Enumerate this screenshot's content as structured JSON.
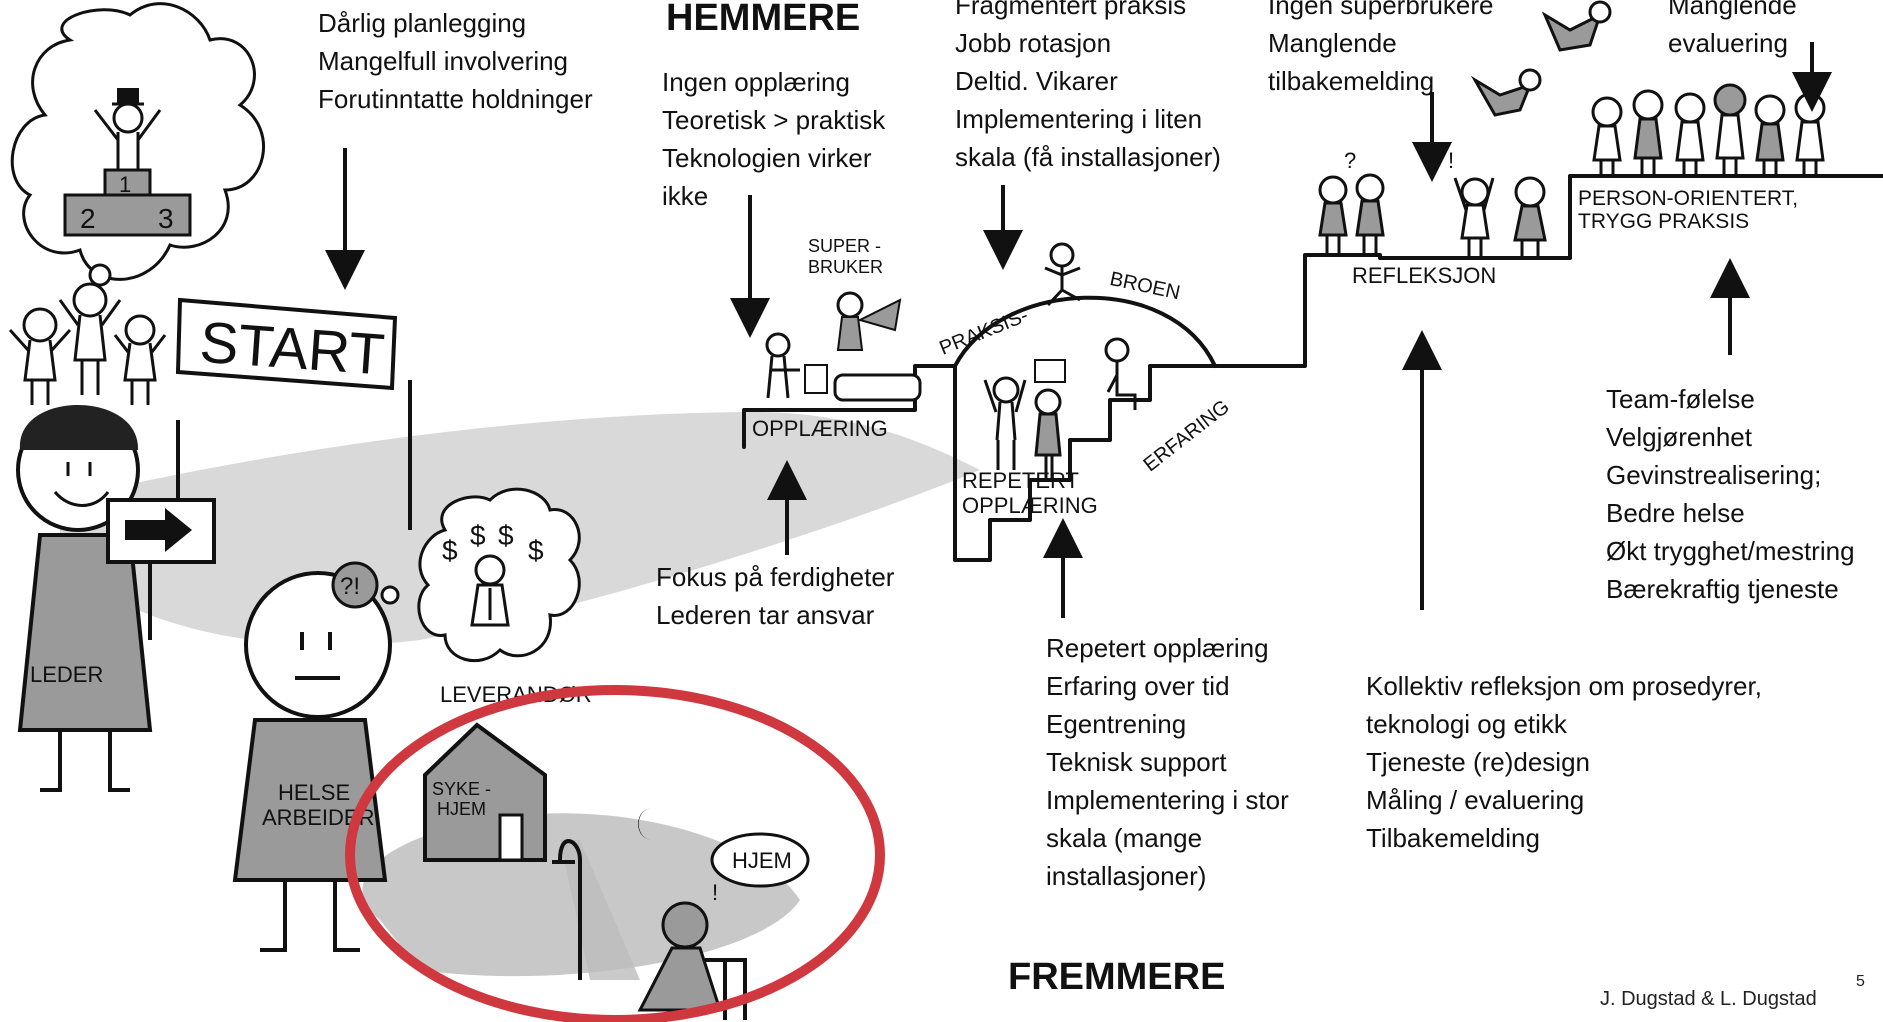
{
  "headings": {
    "hemmere": "HEMMERE",
    "fremmere": "FREMMERE"
  },
  "captions": {
    "planning": "Dårlig planlegging\nMangelfull involvering\nForutinntatte holdninger",
    "training_barriers": "Ingen opplæring\nTeoretisk > praktisk\nTeknologien virker\nikke",
    "practice_barriers": "Fragmentert praksis\nJobb rotasjon\nDeltid. Vikarer\nImplementering i liten\nskala (få installasjoner)",
    "superuser_barriers": "Ingen superbrukere\nManglende\ntilbakemelding",
    "evaluation_barrier": "Manglende\nevaluering",
    "skills": "Fokus på ferdigheter\nLederen tar ansvar",
    "repeated": "Repetert opplæring\nErfaring over tid\nEgentrening\nTeknisk support\nImplementering i stor\nskala (mange\ninstallasjoner)",
    "reflection": "Kollektiv refleksjon om prosedyrer,\nteknologi og etikk\nTjeneste (re)design\nMåling / evaluering\nTilbakemelding",
    "outcomes": "Team-følelse\nVelgjørenhet\nGevinstrealisering;\nBedre helse\nØkt trygghet/mestring\nBærekraftig tjeneste"
  },
  "labels": {
    "start": "START",
    "leder": "LEDER",
    "helsearbeider_line1": "HELSE",
    "helsearbeider_line2": "ARBEIDER",
    "leverandor": "LEVERANDØR",
    "sykehjem_line1": "SYKE -",
    "sykehjem_line2": "HJEM",
    "hjem": "HJEM",
    "superbruker_line1": "SUPER -",
    "superbruker_line2": "BRUKER",
    "opplaering": "OPPLÆRING",
    "praksis": "PRAKSIS-",
    "broen": "BROEN",
    "erfaring": "ERFARING",
    "repetert_line1": "REPETERT",
    "repetert_line2": "OPPLÆRING",
    "refleksjon": "REFLEKSJON",
    "person_line1": "PERSON-ORIENTERT,",
    "person_line2": "TRYGG PRAKSIS",
    "podium_1": "1",
    "podium_2": "2",
    "podium_3": "3",
    "dollar": "$",
    "question": "?",
    "question_excl": "?!",
    "excl": "!"
  },
  "credit": "J. Dugstad & L. Dugstad",
  "page_number": "5",
  "colors": {
    "ink": "#111111",
    "shadow": "#9a9a9a",
    "soft_shadow": "#c4c4c4",
    "highlight_ellipse": "#d0383f"
  }
}
